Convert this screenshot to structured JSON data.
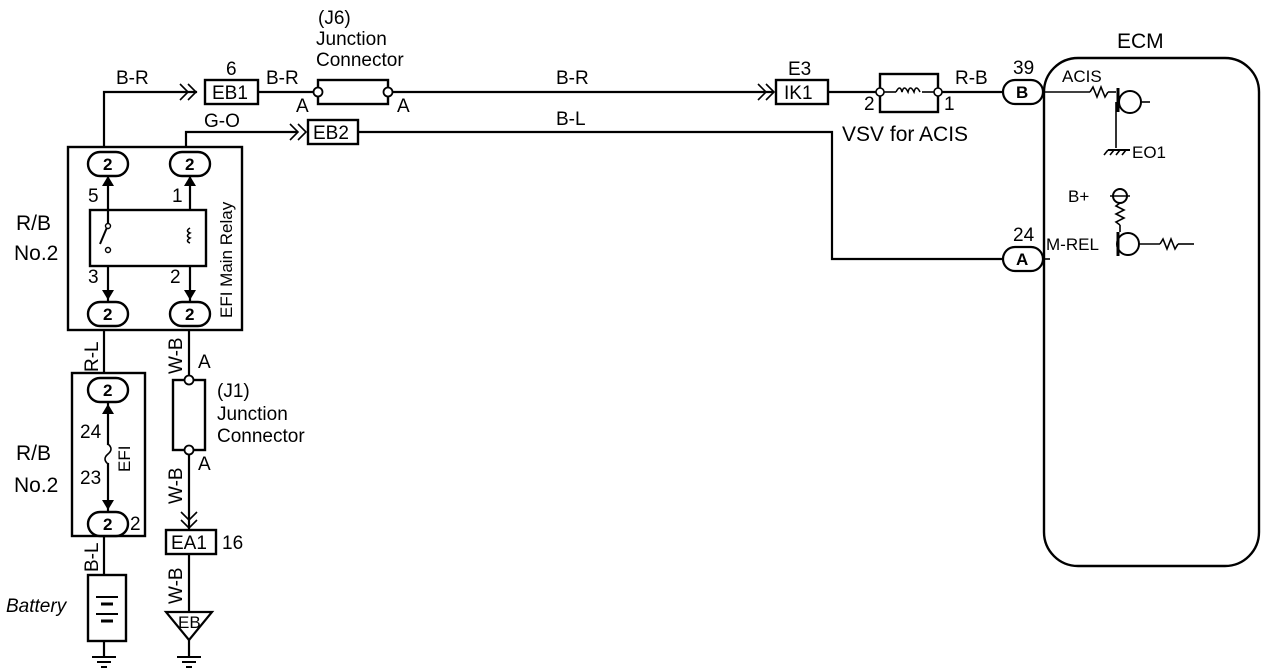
{
  "ecm": {
    "title": "ECM",
    "pin_b": {
      "number": "39",
      "code": "B",
      "signal": "ACIS"
    },
    "pin_a": {
      "number": "24",
      "code": "A",
      "signal": "M-REL"
    },
    "ground": "EO1",
    "supply": "B+"
  },
  "j6": {
    "id": "(J6)",
    "line1": "Junction",
    "line2": "Connector",
    "pin_left": "A",
    "pin_right": "A"
  },
  "j1": {
    "id": "(J1)",
    "line1": "Junction",
    "line2": "Connector",
    "pin_top": "A",
    "pin_bottom": "A"
  },
  "connectors": {
    "eb1": {
      "label": "EB1",
      "pin": "6"
    },
    "eb2": {
      "label": "EB2"
    },
    "ik1": {
      "label": "IK1",
      "pin": "E3"
    },
    "ea1": {
      "label": "EA1",
      "pin": "16"
    }
  },
  "vsv": {
    "label": "VSV for ACIS",
    "pin_left": "2",
    "pin_right": "1"
  },
  "relay_block": {
    "rb": "R/B",
    "rb_no": "No.2",
    "relay_name": "EFI Main Relay",
    "plug": "2",
    "pin_switch_top": "5",
    "pin_switch_bottom": "3",
    "pin_coil_top": "1",
    "pin_coil_bottom": "2"
  },
  "fuse_block": {
    "rb": "R/B",
    "rb_no": "No.2",
    "fuse_name": "EFI",
    "plug": "2",
    "pin_top": "24",
    "pin_bottom": "23",
    "side_label": "2"
  },
  "wires": {
    "br": "B-R",
    "go": "G-O",
    "bl": "B-L",
    "rb": "R-B",
    "rl": "R-L",
    "wb": "W-B"
  },
  "battery": {
    "label": "Battery"
  },
  "ground_eb": {
    "label": "EB"
  }
}
